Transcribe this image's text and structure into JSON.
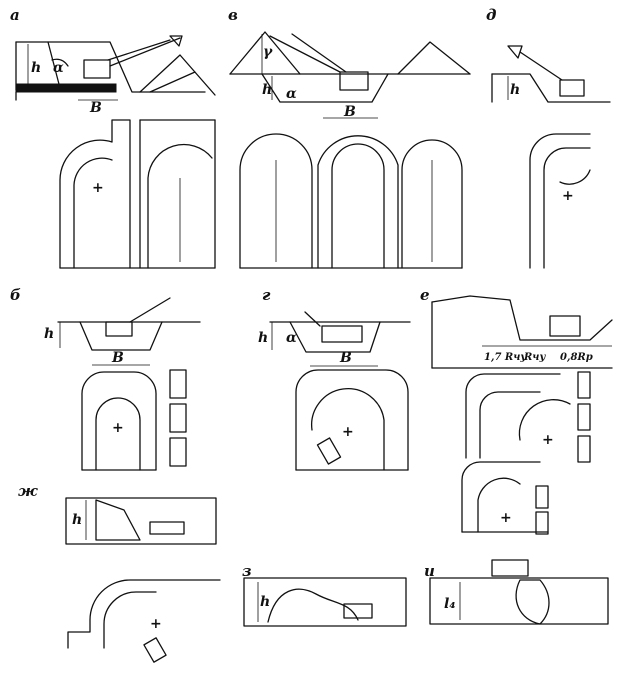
{
  "panels": {
    "a": {
      "letter": "а",
      "h": "h",
      "alpha": "α",
      "B": "B"
    },
    "b": {
      "letter": "б",
      "h": "h",
      "B": "B"
    },
    "v": {
      "letter": "в",
      "h": "h",
      "alpha": "α",
      "gamma": "γ",
      "B": "B"
    },
    "g": {
      "letter": "г",
      "h": "h",
      "alpha": "α",
      "B": "B"
    },
    "d": {
      "letter": "д",
      "h": "h"
    },
    "e": {
      "letter": "е",
      "r1": "1,7 Rчу",
      "r2": "Rчу",
      "r3": "0,8Rр"
    },
    "zh": {
      "letter": "ж",
      "h": "h"
    },
    "z": {
      "letter": "з",
      "h": "h"
    },
    "i": {
      "letter": "и",
      "l": "l₄"
    }
  }
}
